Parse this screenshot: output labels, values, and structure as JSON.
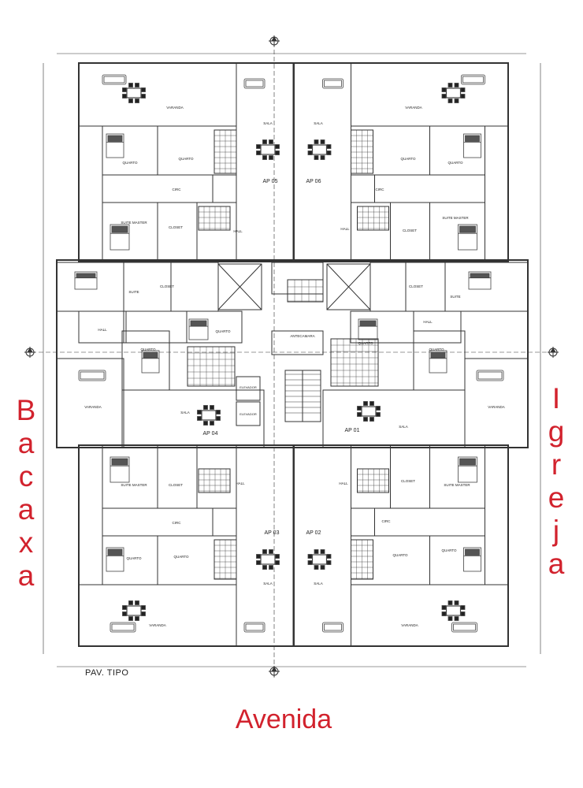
{
  "plan_label": "PAV. TIPO",
  "streets": {
    "left": "Bacaxa",
    "right": "Igreja",
    "bottom": "Avenida"
  },
  "apartments": {
    "ap01": "AP 01",
    "ap02": "AP 02",
    "ap03": "AP 03",
    "ap04": "AP 04",
    "ap05": "AP 05",
    "ap06": "AP 06"
  },
  "rooms": {
    "varanda": "VARANDA",
    "sala": "SALA",
    "quarto": "QUARTO",
    "suite_master": "SUITE MASTER",
    "suite": "SUITE",
    "closet": "CLOSET",
    "circ": "CIRC",
    "hall": "HALL",
    "antecamara": "ANTECAMARA",
    "elevador": "ELEVADOR"
  },
  "colors": {
    "street_text": "#d2222d",
    "line": "#333333"
  }
}
